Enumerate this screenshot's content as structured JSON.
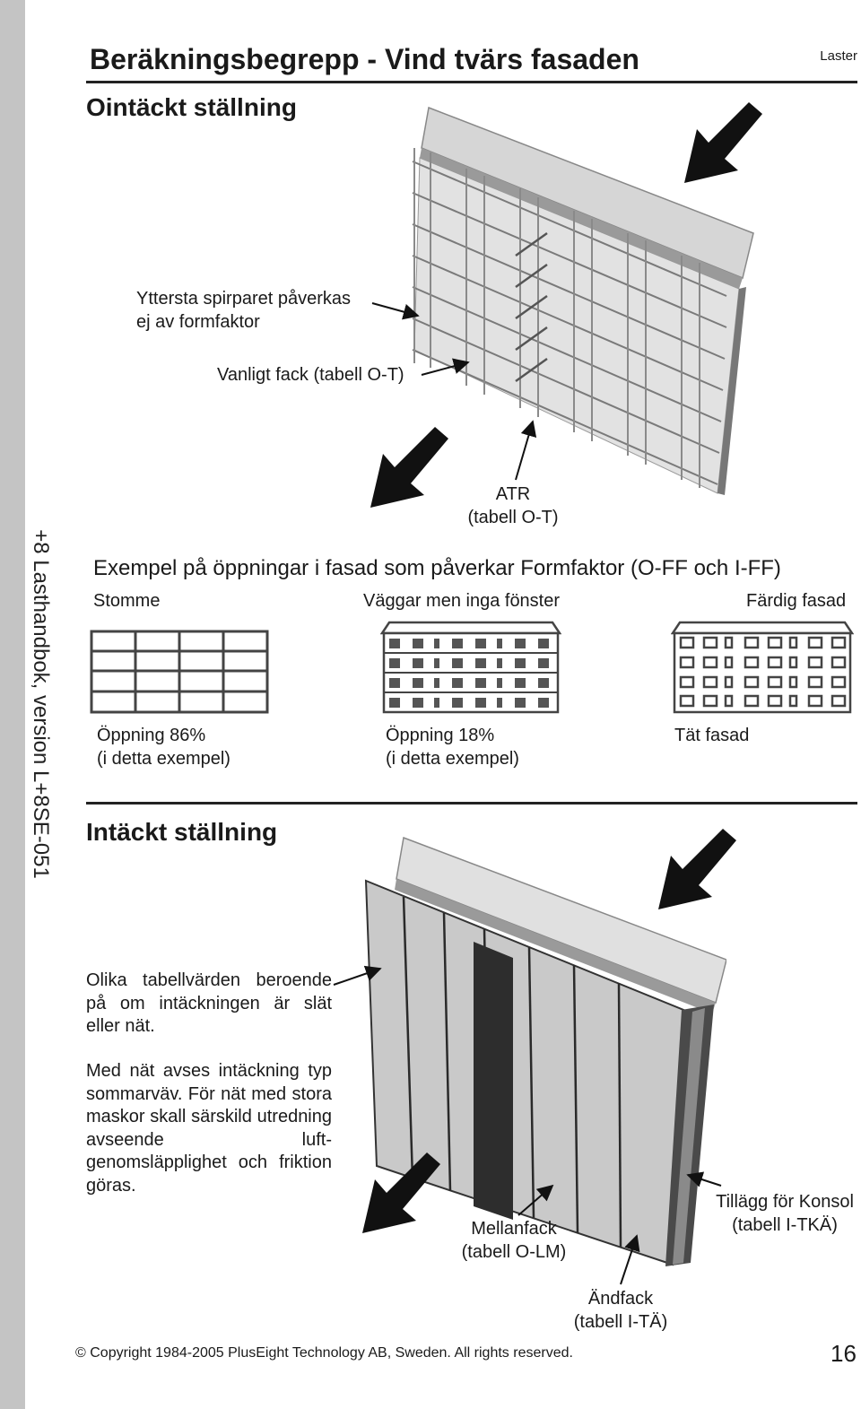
{
  "header": {
    "title": "Beräkningsbegrepp - Vind tvärs fasaden",
    "section_tag": "Laster"
  },
  "sidebar": {
    "text": "+8 Lasthandbok, version L+8SE-051"
  },
  "uncovered": {
    "heading": "Ointäckt ställning",
    "label_outer": [
      "Yttersta spirparet påverkas",
      "ej av formfaktor"
    ],
    "label_regular": "Vanligt fack (tabell O-T)",
    "label_atr": [
      "ATR",
      "(tabell O-T)"
    ]
  },
  "openings": {
    "title": "Exempel på öppningar i fasad som påverkar Formfaktor (O-FF och I-FF)",
    "examples": [
      {
        "name": "Stomme",
        "caption": [
          "Öppning 86%",
          "(i detta exempel)"
        ]
      },
      {
        "name": "Väggar men inga fönster",
        "caption": [
          "Öppning 18%",
          "(i detta exempel)"
        ]
      },
      {
        "name": "Färdig fasad",
        "caption": [
          "Tät fasad"
        ]
      }
    ]
  },
  "covered": {
    "heading": "Intäckt ställning",
    "para1": "Olika tabellvärden beroende på om intäckningen är slät eller nät.",
    "para2": "Med nät avses intäckning typ sommarväv. För nät med stora maskor skall särskild utredning avseende luft-genomsläpplighet och friktion göras.",
    "label_mid": [
      "Mellanfack",
      "(tabell O-LM)"
    ],
    "label_console": [
      "Tillägg för Konsol",
      "(tabell I-TKÄ)"
    ],
    "label_end": [
      "Ändfack",
      "(tabell I-TÄ)"
    ]
  },
  "footer": {
    "copyright": "© Copyright 1984-2005 PlusEight Technology AB, Sweden. All rights reserved.",
    "page": "16"
  }
}
